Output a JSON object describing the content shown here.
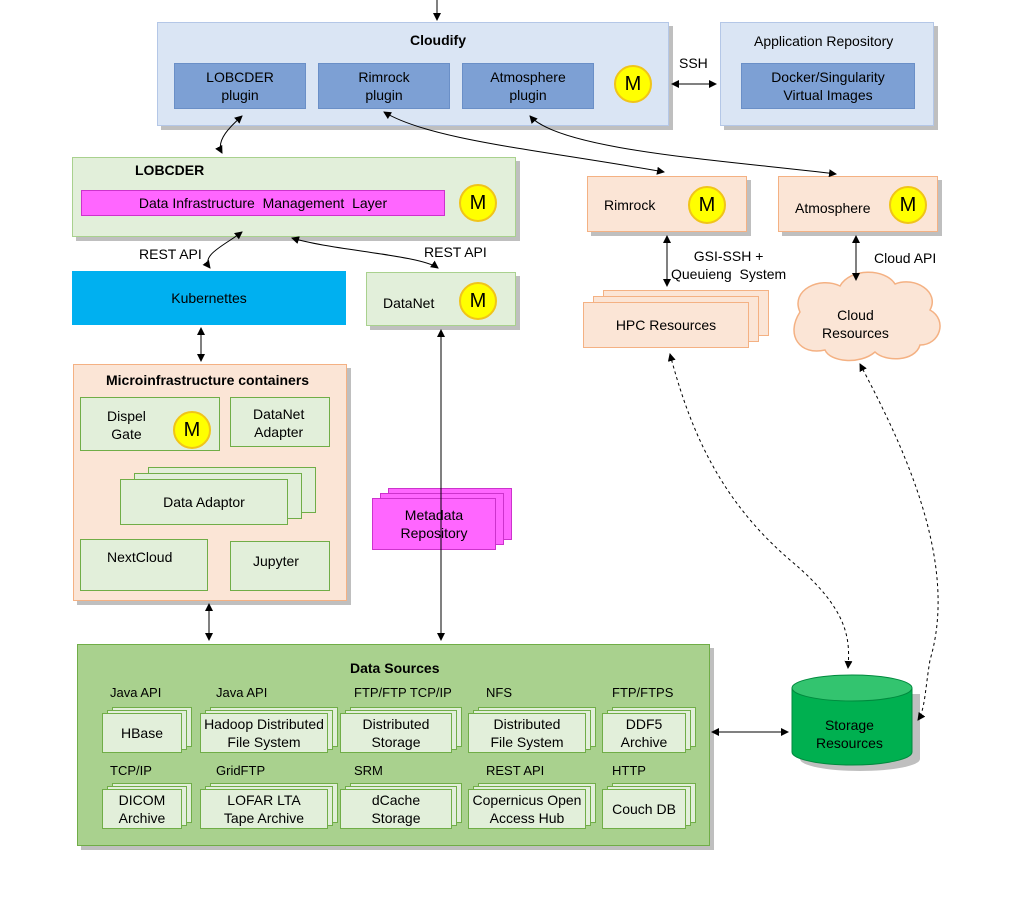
{
  "cloudify": {
    "title": "Cloudify",
    "plugins": [
      "LOBCDER plugin",
      "Rimrock plugin",
      "Atmosphere plugin"
    ],
    "badge": "M"
  },
  "ssh_label": "SSH",
  "app_repo": {
    "title": "Application Repository",
    "item": "Docker/Singularity Virtual Images"
  },
  "lobcder": {
    "title": "LOBCDER",
    "layer": "Data Infrastructure  Management  Layer",
    "badge": "M"
  },
  "rimrock": {
    "label": "Rimrock",
    "badge": "M"
  },
  "atmosphere": {
    "label": "Atmosphere",
    "badge": "M"
  },
  "rest_api_left": "REST API",
  "rest_api_right": "REST API",
  "kubernetes": "Kubernettes",
  "datanet": {
    "label": "DataNet",
    "badge": "M"
  },
  "gsi_label": "GSI-SSH +\nQueuieng  System",
  "cloud_api": "Cloud API",
  "hpc": "HPC Resources",
  "cloud_resources": "Cloud\nResources",
  "micro": {
    "title": "Microinfrastructure  containers",
    "dispel": "Dispel\nGate",
    "dispel_badge": "M",
    "datanet_adapter": "DataNet\nAdapter",
    "data_adaptor": "Data Adaptor",
    "nextcloud": "NextCloud",
    "jupyter": "Jupyter"
  },
  "metadata": "Metadata\nRepository",
  "data_sources": {
    "title": "Data Sources",
    "items": [
      {
        "protocol": "Java API",
        "name": "HBase"
      },
      {
        "protocol": "Java API",
        "name": "Hadoop Distributed\nFile System"
      },
      {
        "protocol": "FTP/FTP TCP/IP",
        "name": "Distributed\nStorage"
      },
      {
        "protocol": "NFS",
        "name": "Distributed\nFile System"
      },
      {
        "protocol": "FTP/FTPS",
        "name": "DDF5\nArchive"
      },
      {
        "protocol": "TCP/IP",
        "name": "DICOM\nArchive"
      },
      {
        "protocol": "GridFTP",
        "name": "LOFAR LTA\nTape Archive"
      },
      {
        "protocol": "SRM",
        "name": "dCache\nStorage"
      },
      {
        "protocol": "REST API",
        "name": "Copernicus Open\nAccess Hub"
      },
      {
        "protocol": "HTTP",
        "name": "Couch DB"
      }
    ]
  },
  "storage": "Storage\nResources",
  "colors": {
    "blue_panel": "#dae5f4",
    "plugin_blue": "#7da0d4",
    "green_panel": "#e2efda",
    "peach": "#fbe5d6",
    "magenta": "#ff66ff",
    "cyan": "#00b0f0",
    "data_sources_green": "#a9d18e",
    "storage_green": "#00b050",
    "badge_yellow": "#ffff00"
  }
}
